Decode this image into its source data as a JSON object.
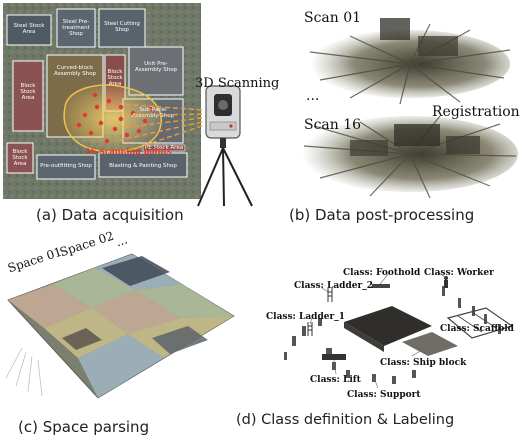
{
  "panel_a": {
    "caption": "(a) Data acquisition",
    "scanning_label": "3D Scanning",
    "scan_points_label": "16 Scanning points",
    "buildings": [
      "Steel Stock Area",
      "Steel Pre-treatment Shop",
      "Steel Cutting Shop",
      "Block Stock Area",
      "Curved-block Assembly Shop",
      "Block Stock Area",
      "Unit Pre-Assembly Shop",
      "Sub-Panel Assembly Shop",
      "Block Stock Area",
      "Pre-outfitting Shop",
      "Blasting & Painting Shop",
      "PE Stock Area"
    ]
  },
  "panel_b": {
    "caption": "(b) Data post-processing",
    "scan_first": "Scan 01",
    "ellipsis": "...",
    "scan_last": "Scan 16",
    "registration": "Registration"
  },
  "panel_c": {
    "caption": "(c) Space parsing",
    "space_labels": [
      "Space 01",
      "Space 02",
      "..."
    ]
  },
  "panel_d": {
    "caption": "(d) Class definition & Labeling",
    "classes": {
      "foothold": "Class: Foothold",
      "worker": "Class: Worker",
      "ladder2": "Class: Ladder_2",
      "ladder1": "Class: Ladder_1",
      "scaffold": "Class: Scaffold",
      "shipblock": "Class: Ship block",
      "lift": "Class: Lift",
      "support": "Class: Support"
    }
  },
  "colors": {
    "scan_highlight": "#f2c14e",
    "scan_point": "#e23a2a",
    "building_border": "#ffffff",
    "space_overlays": [
      "#f4c7b0",
      "#b6d4f0",
      "#f6e39a",
      "#cfe6b8"
    ]
  }
}
